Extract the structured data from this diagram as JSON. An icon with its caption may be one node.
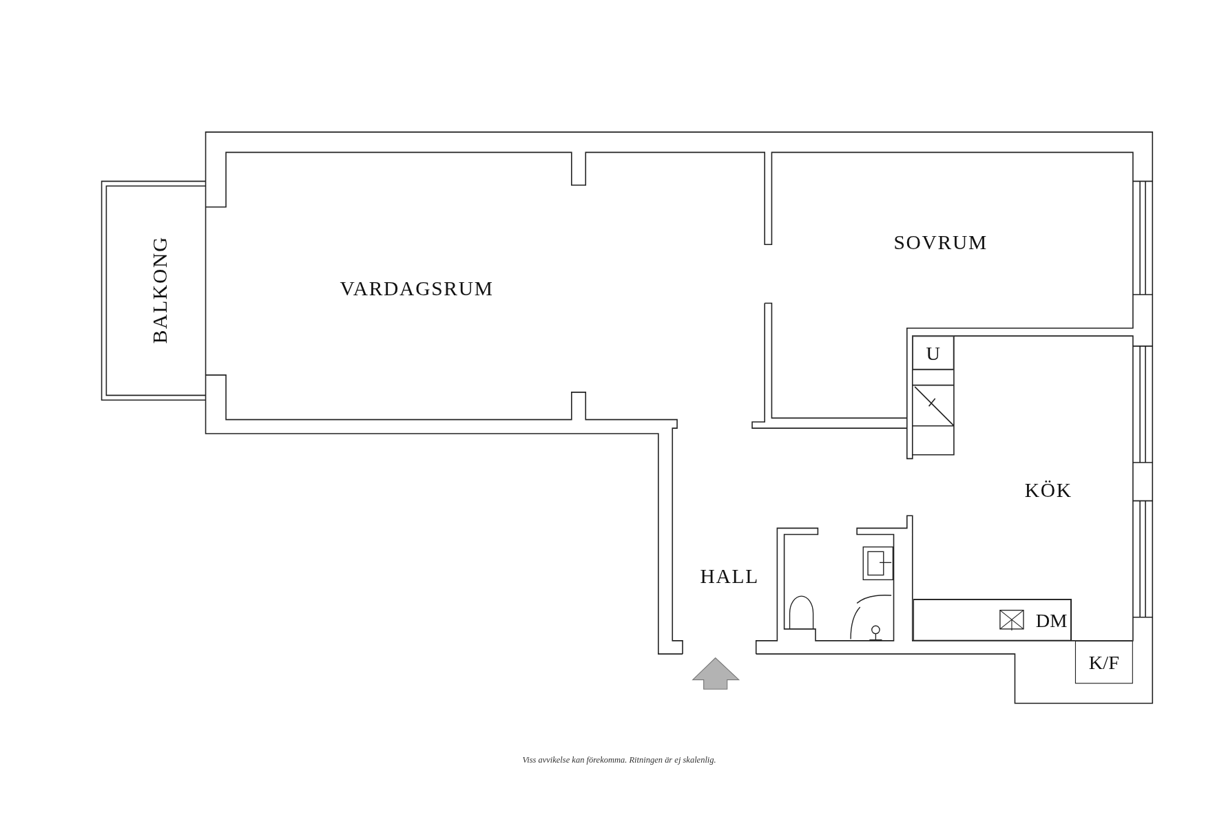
{
  "diagram": {
    "caption": "Viss avvikelse kan förekomma. Ritningen är ej skalenlig.",
    "nodes": [
      {
        "text": [
          "U"
        ]
      },
      {
        "text": [
          "DM"
        ]
      },
      {
        "text": [
          "K/F"
        ]
      }
    ],
    "labels": [
      "SOVRUM",
      "BALKONG",
      "VARDAGSRUM",
      "KÖK",
      "HALL"
    ]
  }
}
